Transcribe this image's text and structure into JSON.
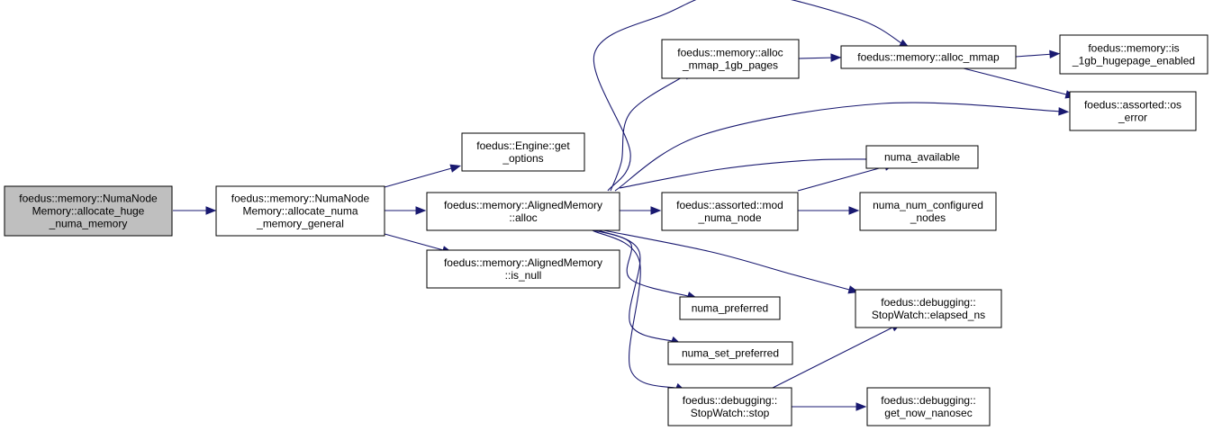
{
  "colors": {
    "edge": "#191970",
    "root_fill": "#bfbfbf",
    "node_fill": "#ffffff",
    "node_border": "#000000"
  },
  "nodes": {
    "allocate_huge": {
      "lines": [
        "foedus::memory::NumaNode",
        "Memory::allocate_huge",
        "_numa_memory"
      ],
      "root": true
    },
    "allocate_general": {
      "lines": [
        "foedus::memory::NumaNode",
        "Memory::allocate_numa",
        "_memory_general"
      ]
    },
    "get_options": {
      "lines": [
        "foedus::Engine::get",
        "_options"
      ]
    },
    "aligned_alloc": {
      "lines": [
        "foedus::memory::AlignedMemory",
        "::alloc"
      ]
    },
    "is_null": {
      "lines": [
        "foedus::memory::AlignedMemory",
        "::is_null"
      ]
    },
    "alloc_1gb": {
      "lines": [
        "foedus::memory::alloc",
        "_mmap_1gb_pages"
      ]
    },
    "alloc_mmap": {
      "lines": [
        "foedus::memory::alloc_mmap"
      ]
    },
    "is_1gb": {
      "lines": [
        "foedus::memory::is",
        "_1gb_hugepage_enabled"
      ]
    },
    "os_error": {
      "lines": [
        "foedus::assorted::os",
        "_error"
      ]
    },
    "numa_available": {
      "lines": [
        "numa_available"
      ]
    },
    "mod_numa": {
      "lines": [
        "foedus::assorted::mod",
        "_numa_node"
      ]
    },
    "numa_num": {
      "lines": [
        "numa_num_configured",
        "_nodes"
      ]
    },
    "numa_preferred": {
      "lines": [
        "numa_preferred"
      ]
    },
    "numa_set": {
      "lines": [
        "numa_set_preferred"
      ]
    },
    "elapsed_ns": {
      "lines": [
        "foedus::debugging::",
        "StopWatch::elapsed_ns"
      ]
    },
    "stopwatch_stop": {
      "lines": [
        "foedus::debugging::",
        "StopWatch::stop"
      ]
    },
    "get_now": {
      "lines": [
        "foedus::debugging::",
        "get_now_nanosec"
      ]
    }
  },
  "edges": [
    [
      "allocate_huge",
      "allocate_general"
    ],
    [
      "allocate_general",
      "get_options"
    ],
    [
      "allocate_general",
      "aligned_alloc"
    ],
    [
      "allocate_general",
      "is_null"
    ],
    [
      "aligned_alloc",
      "alloc_1gb"
    ],
    [
      "aligned_alloc",
      "alloc_mmap"
    ],
    [
      "aligned_alloc",
      "os_error"
    ],
    [
      "aligned_alloc",
      "numa_available"
    ],
    [
      "aligned_alloc",
      "mod_numa"
    ],
    [
      "aligned_alloc",
      "numa_preferred"
    ],
    [
      "aligned_alloc",
      "numa_set"
    ],
    [
      "aligned_alloc",
      "elapsed_ns"
    ],
    [
      "aligned_alloc",
      "stopwatch_stop"
    ],
    [
      "alloc_1gb",
      "alloc_mmap"
    ],
    [
      "alloc_mmap",
      "is_1gb"
    ],
    [
      "alloc_mmap",
      "os_error"
    ],
    [
      "mod_numa",
      "numa_available"
    ],
    [
      "mod_numa",
      "numa_num"
    ],
    [
      "stopwatch_stop",
      "elapsed_ns"
    ],
    [
      "stopwatch_stop",
      "get_now"
    ]
  ]
}
